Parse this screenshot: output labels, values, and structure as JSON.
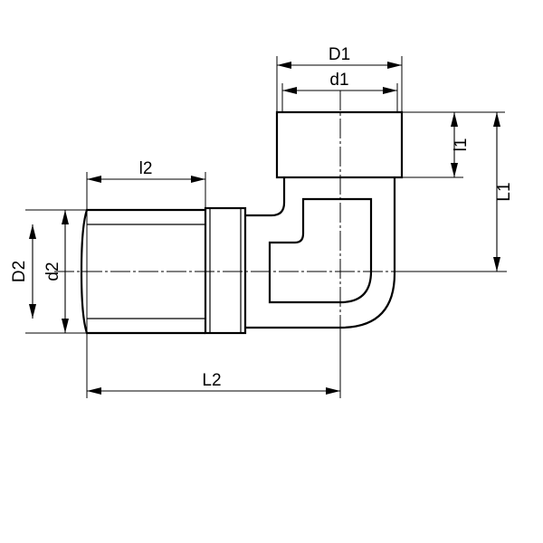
{
  "dimensions": {
    "D1": "D1",
    "d1": "d1",
    "l1": "l1",
    "L1": "L1",
    "l2": "l2",
    "D2": "D2",
    "d2": "d2",
    "L2": "L2"
  }
}
